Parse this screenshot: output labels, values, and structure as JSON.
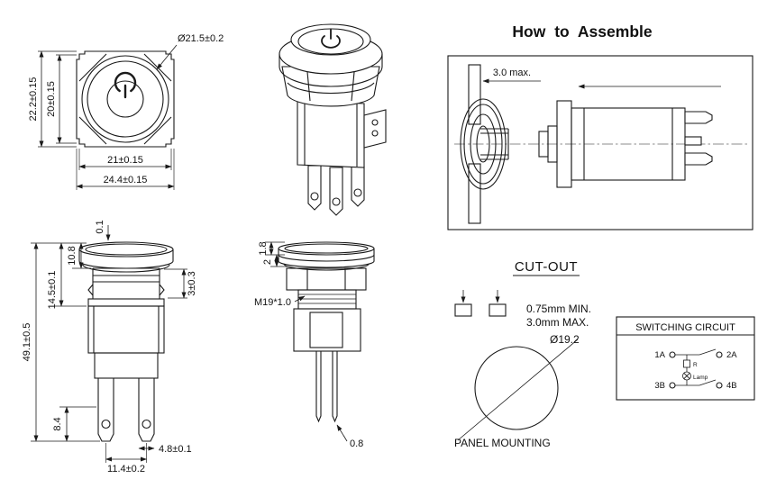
{
  "drawing": {
    "background": "#ffffff",
    "line_color": "#1a1a1a"
  },
  "assembly": {
    "title": "How to Assemble",
    "panel_thickness": "3.0 max."
  },
  "front_view": {
    "cap_diameter": "Ø21.5±0.2",
    "outer_height": "22.2±0.15",
    "inner_height": "20±0.15",
    "inner_width": "21±0.15",
    "outer_width": "24.4±0.15"
  },
  "side_view": {
    "cap_lip": "0.1",
    "head_height": "10.8",
    "head_to_flange": "14.5±0.1",
    "total_height": "49.1±0.5",
    "terminal_length": "8.4",
    "terminal_pitch": "11.4±0.2",
    "terminal_width": "4.8±0.1",
    "flange_thickness": "3±0.3"
  },
  "section_view": {
    "rim_height": "1.8",
    "ring_height": "2",
    "thread_spec": "M19*1.0",
    "pin_width": "0.8"
  },
  "cutout": {
    "title": "CUT-OUT",
    "panel_min": "0.75mm MIN.",
    "panel_max": "3.0mm MAX.",
    "hole_diameter": "Ø19.2",
    "caption": "PANEL MOUNTING"
  },
  "circuit": {
    "title": "SWITCHING CIRCUIT",
    "terminals": [
      "1A",
      "2A",
      "3B",
      "4B"
    ],
    "labels": {
      "resistor": "R",
      "lamp": "Lamp"
    }
  }
}
